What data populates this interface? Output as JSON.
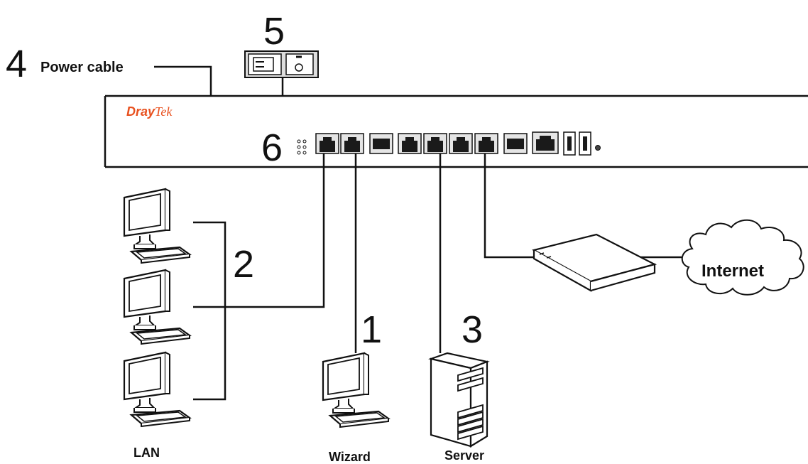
{
  "step_numbers": {
    "n1": "1",
    "n2": "2",
    "n3": "3",
    "n4": "4",
    "n5": "5",
    "n6": "6"
  },
  "labels": {
    "power_cable": "Power cable",
    "lan": "LAN",
    "wizard": "Wizard",
    "server": "Server",
    "internet": "Internet"
  },
  "brand": {
    "part1": "Dray",
    "part2": "Tek",
    "color": "#e8501e"
  },
  "colors": {
    "line": "#111111",
    "device_fill": "#ffffff",
    "port_dark": "#1a1a1a",
    "port_light": "#e5e5e5"
  },
  "icons": [
    "power-socket-icon",
    "router-icon",
    "monitor-icon",
    "server-tower-icon",
    "modem-icon",
    "cloud-icon",
    "rj45-port-icon",
    "sfp-port-icon",
    "usb-port-icon"
  ]
}
